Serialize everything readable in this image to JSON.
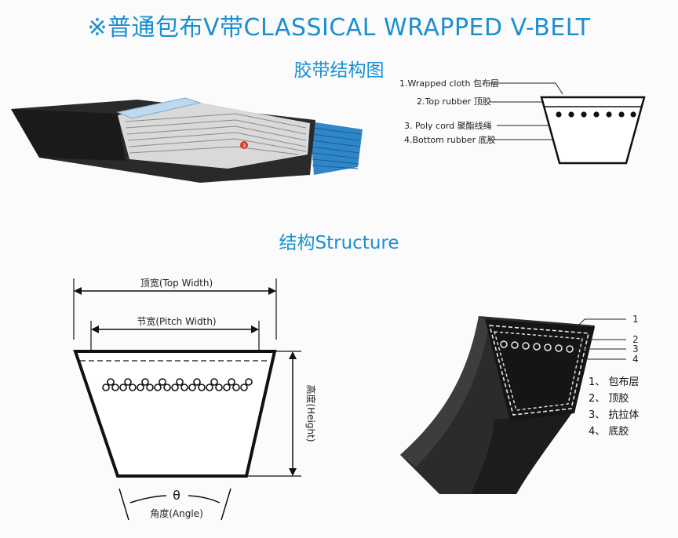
{
  "title": "※普通包布V带CLASSICAL WRAPPED V-BELT",
  "section1_title": "胶带结构图",
  "section2_title": "结构Structure",
  "marker_number": "3",
  "callouts_top": [
    "1.Wrapped cloth 包布层",
    "2.Top rubber 顶胶",
    "3. Poly cord 聚酯线绳",
    "4.Bottom rubber 底胶"
  ],
  "dimensions": {
    "top_width": "顶宽(Top Width)",
    "pitch_width": "节宽(Pitch Width)",
    "height": "高度(Height)",
    "angle_symbol": "θ",
    "angle": "角度(Angle)"
  },
  "numbers_right": [
    "1",
    "2",
    "3",
    "4"
  ],
  "legend_right": [
    "1、 包布层",
    "2、 顶胶",
    "3、 抗拉体",
    "4、 底胶"
  ],
  "colors": {
    "accent": "#1b8fd1",
    "cord_blue": "#2f86c9"
  }
}
